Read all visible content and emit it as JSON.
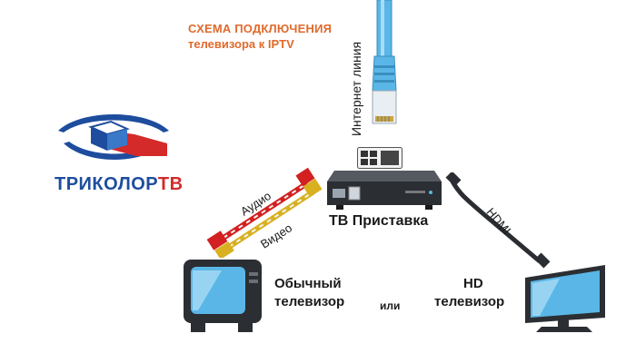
{
  "title": {
    "line1": "СХЕМА ПОДКЛЮЧЕНИЯ",
    "line2": "телевизора к IPTV"
  },
  "brand": {
    "name_main": "ТРИКОЛОР",
    "name_tv": "ТВ",
    "colors": {
      "blue": "#1e4d9e",
      "red": "#d42a2a"
    }
  },
  "cables": {
    "internet": "Интернет линия",
    "audio": "Аудио",
    "video": "Видео",
    "hdmi": "HDMI"
  },
  "devices": {
    "set_top_box": "ТВ Приставка",
    "regular_tv_line1": "Обычный",
    "regular_tv_line2": "телевизор",
    "or": "или",
    "hd_tv_line1": "HD",
    "hd_tv_line2": "телевизор"
  },
  "icons": [
    "tricolor-logo-icon",
    "ethernet-plug-icon",
    "rj45-port-icon",
    "set-top-box-icon",
    "rca-cable-icon",
    "hdmi-cable-icon",
    "crt-tv-icon",
    "flat-tv-icon"
  ],
  "accent_colors": {
    "title": "#e06a2c",
    "ethernet": "#5ab6e6",
    "rca_red": "#d32020",
    "rca_yellow": "#d8b020"
  }
}
